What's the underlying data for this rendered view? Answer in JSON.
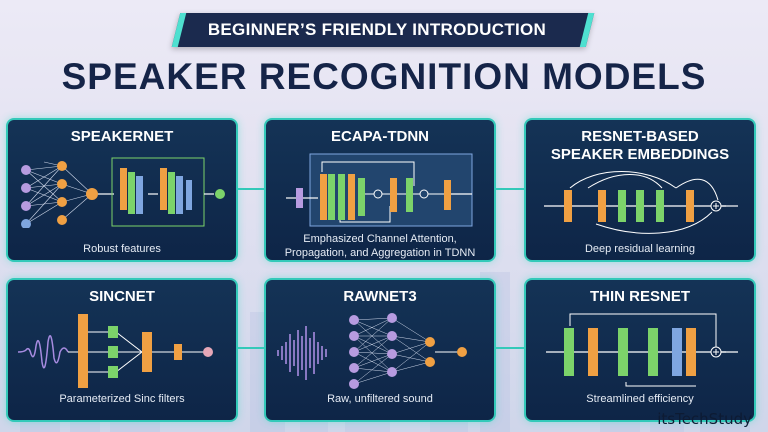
{
  "banner": "BEGINNER’S FRIENDLY INTRODUCTION",
  "title": "SPEAKER RECOGNITION MODELS",
  "cards": [
    {
      "title": "SPEAKERNET",
      "caption": "Robust features"
    },
    {
      "title": "ECAPA-TDNN",
      "caption_line1": "Emphasized Channel Attention,",
      "caption_line2": "Propagation, and Aggregation in TDNN"
    },
    {
      "title_line1": "RESNET-BASED",
      "title_line2": "SPEAKER EMBEDDINGS",
      "caption": "Deep residual learning"
    },
    {
      "title": "SINCNET",
      "caption": "Parameterized Sinc filters"
    },
    {
      "title": "RAWNET3",
      "caption": "Raw, unfiltered sound"
    },
    {
      "title": "THIN RESNET",
      "caption": "Streamlined efficiency"
    }
  ],
  "watermark": "itsTechStudy",
  "colors": {
    "card_bg": "#0e2547",
    "border": "#33c9b9",
    "orange": "#f0a043",
    "green": "#7cd36a",
    "blue": "#7fa6e0",
    "purple": "#b79be0"
  }
}
